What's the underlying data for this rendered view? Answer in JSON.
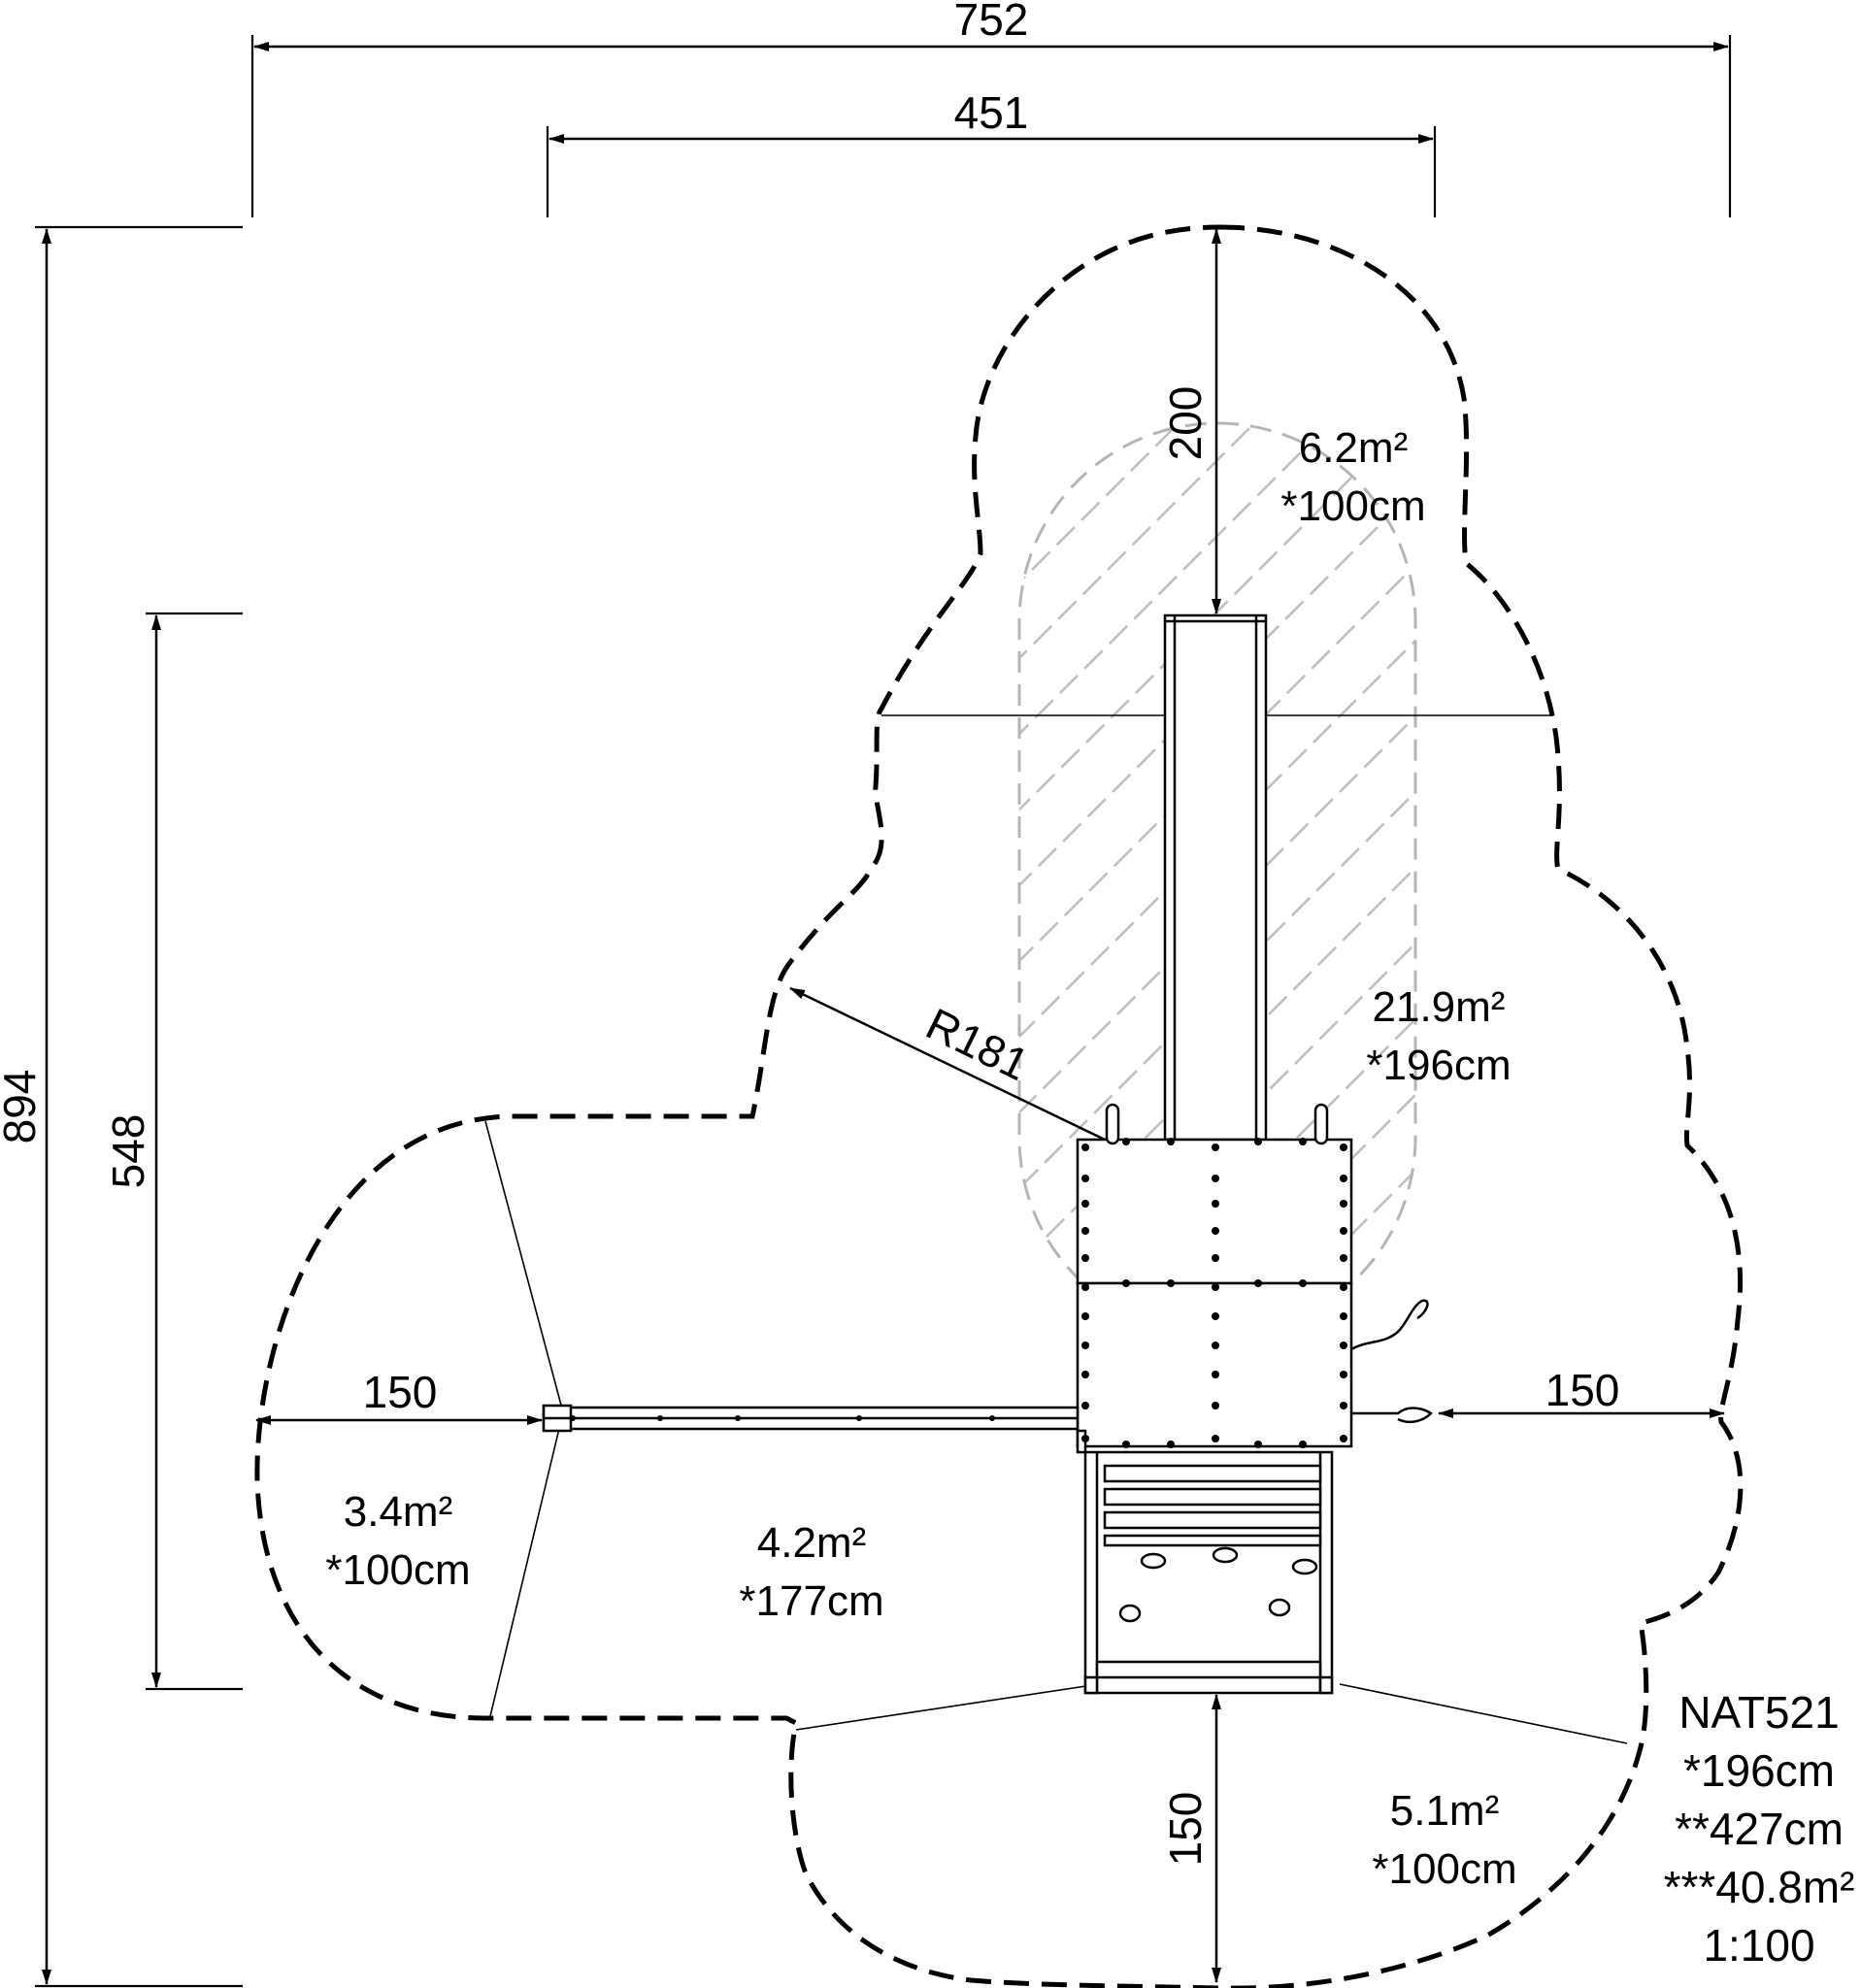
{
  "dimensions": {
    "overall_width": "752",
    "inner_width": "451",
    "overall_height": "894",
    "inner_height": "548",
    "slide_clearance": "200",
    "left_clearance": "150",
    "right_clearance": "150",
    "bottom_clearance": "150",
    "radius": "R181"
  },
  "zones": [
    {
      "area": "6.2m²",
      "height": "*100cm"
    },
    {
      "area": "21.9m²",
      "height": "*196cm"
    },
    {
      "area": "3.4m²",
      "height": "*100cm"
    },
    {
      "area": "4.2m²",
      "height": "*177cm"
    },
    {
      "area": "5.1m²",
      "height": "*100cm"
    }
  ],
  "product": {
    "code": "NAT521",
    "platform_height": "*196cm",
    "total_height": "**427cm",
    "total_area": "***40.8m²",
    "scale": "1:100"
  },
  "colors": {
    "line": "#000000",
    "hatch": "#bdbdbd",
    "background": "#ffffff"
  }
}
